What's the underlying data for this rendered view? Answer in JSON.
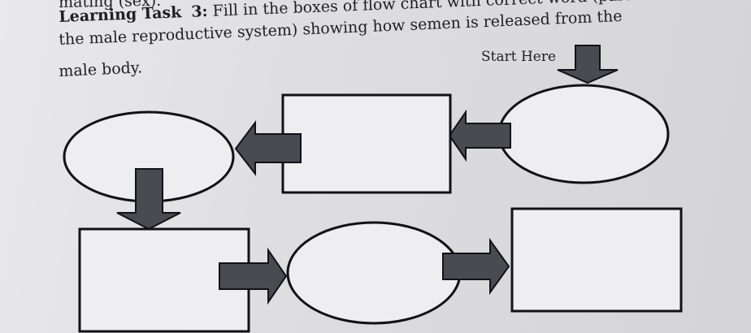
{
  "text": {
    "prev_line": "mating (sex).",
    "task_label": "Learning Task",
    "task_number": "3:",
    "task_line1": "Fill in the boxes of flow chart with correct word (part of",
    "task_line2": "the male reproductive system) showing how semen is released from the",
    "task_line3": "male body.",
    "start_label": "Start Here"
  },
  "flowchart": {
    "shapes": [
      "oval",
      "rectangle",
      "oval",
      "rectangle",
      "oval",
      "rectangle"
    ],
    "blanks": [
      "",
      "",
      "",
      "",
      "",
      ""
    ]
  },
  "colors": {
    "paper": "#e5e5e7",
    "ink": "#121216",
    "arrow_fill": "#4a4a52",
    "shape_fill": "#eeeef0"
  }
}
